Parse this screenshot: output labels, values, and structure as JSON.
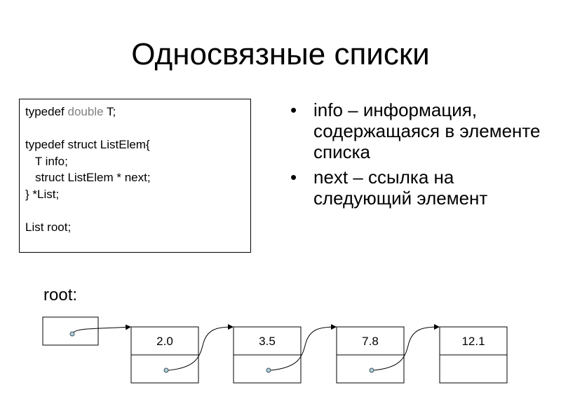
{
  "title": "Односвязные списки",
  "code": {
    "lines": [
      {
        "parts": [
          "typedef ",
          "double",
          " T;"
        ]
      },
      "",
      "typedef struct ListElem{",
      "   T info;",
      "   struct ListElem * next;",
      "} *List;",
      "",
      "List root;"
    ]
  },
  "bullets": [
    "info – информация, содержащаяся в элементе списка",
    "next – ссылка на следующий элемент"
  ],
  "diagram": {
    "root_label": "root:",
    "nodes": [
      "2.0",
      "3.5",
      "7.8",
      "12.1"
    ],
    "pointer_dot_color": "#b0d0d8"
  }
}
